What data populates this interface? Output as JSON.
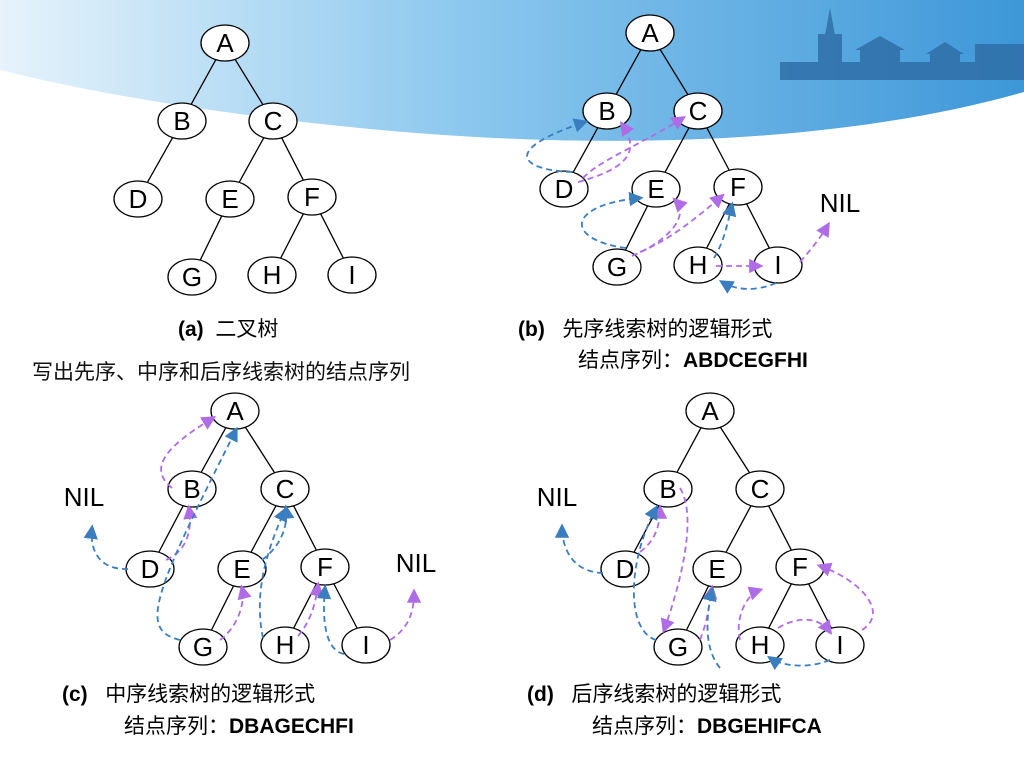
{
  "note": "写出先序、中序和后序线索树的结点序列",
  "tree": {
    "nodes": [
      "A",
      "B",
      "C",
      "D",
      "E",
      "F",
      "G",
      "H",
      "I"
    ],
    "edges": [
      [
        "A",
        "B"
      ],
      [
        "A",
        "C"
      ],
      [
        "B",
        "D"
      ],
      [
        "C",
        "E"
      ],
      [
        "C",
        "F"
      ],
      [
        "E",
        "G"
      ],
      [
        "F",
        "H"
      ],
      [
        "F",
        "I"
      ]
    ]
  },
  "nil_label": "NIL",
  "panels": {
    "a": {
      "tag": "(a)",
      "title": "二叉树"
    },
    "b": {
      "tag": "(b)",
      "title": "先序线索树的逻辑形式",
      "seq_label": "结点序列：",
      "seq": "ABDCEGFHI"
    },
    "c": {
      "tag": "(c)",
      "title": "中序线索树的逻辑形式",
      "seq_label": "结点序列：",
      "seq": "DBAGECHFI"
    },
    "d": {
      "tag": "(d)",
      "title": "后序线索树的逻辑形式",
      "seq_label": "结点序列：",
      "seq": "DBGEHIFCA"
    }
  },
  "colors": {
    "banner_top": "#4aa3df",
    "banner_light": "#d6ecf9",
    "thread_blue": "#3a7ebf",
    "thread_purple": "#b06be6",
    "node_stroke": "#000000",
    "edge": "#000000"
  }
}
